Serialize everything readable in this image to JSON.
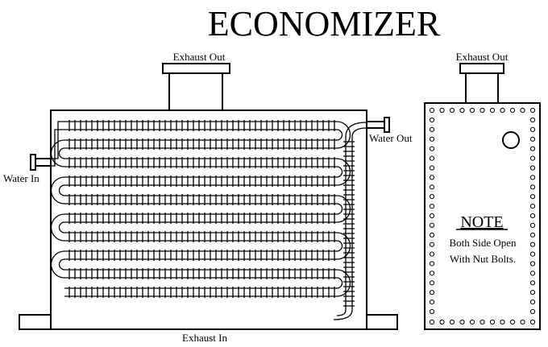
{
  "title": "ECONOMIZER",
  "labels": {
    "exhaust_out_left": "Exhaust Out",
    "exhaust_out_right": "Exhaust Out",
    "water_out": "Water Out",
    "water_in": "Water In",
    "exhaust_in": "Exhaust In"
  },
  "note": {
    "heading": "NOTE",
    "line1": "Both Side Open",
    "line2": "With Nut Bolts."
  },
  "colors": {
    "stroke": "#000000",
    "background": "#ffffff"
  }
}
